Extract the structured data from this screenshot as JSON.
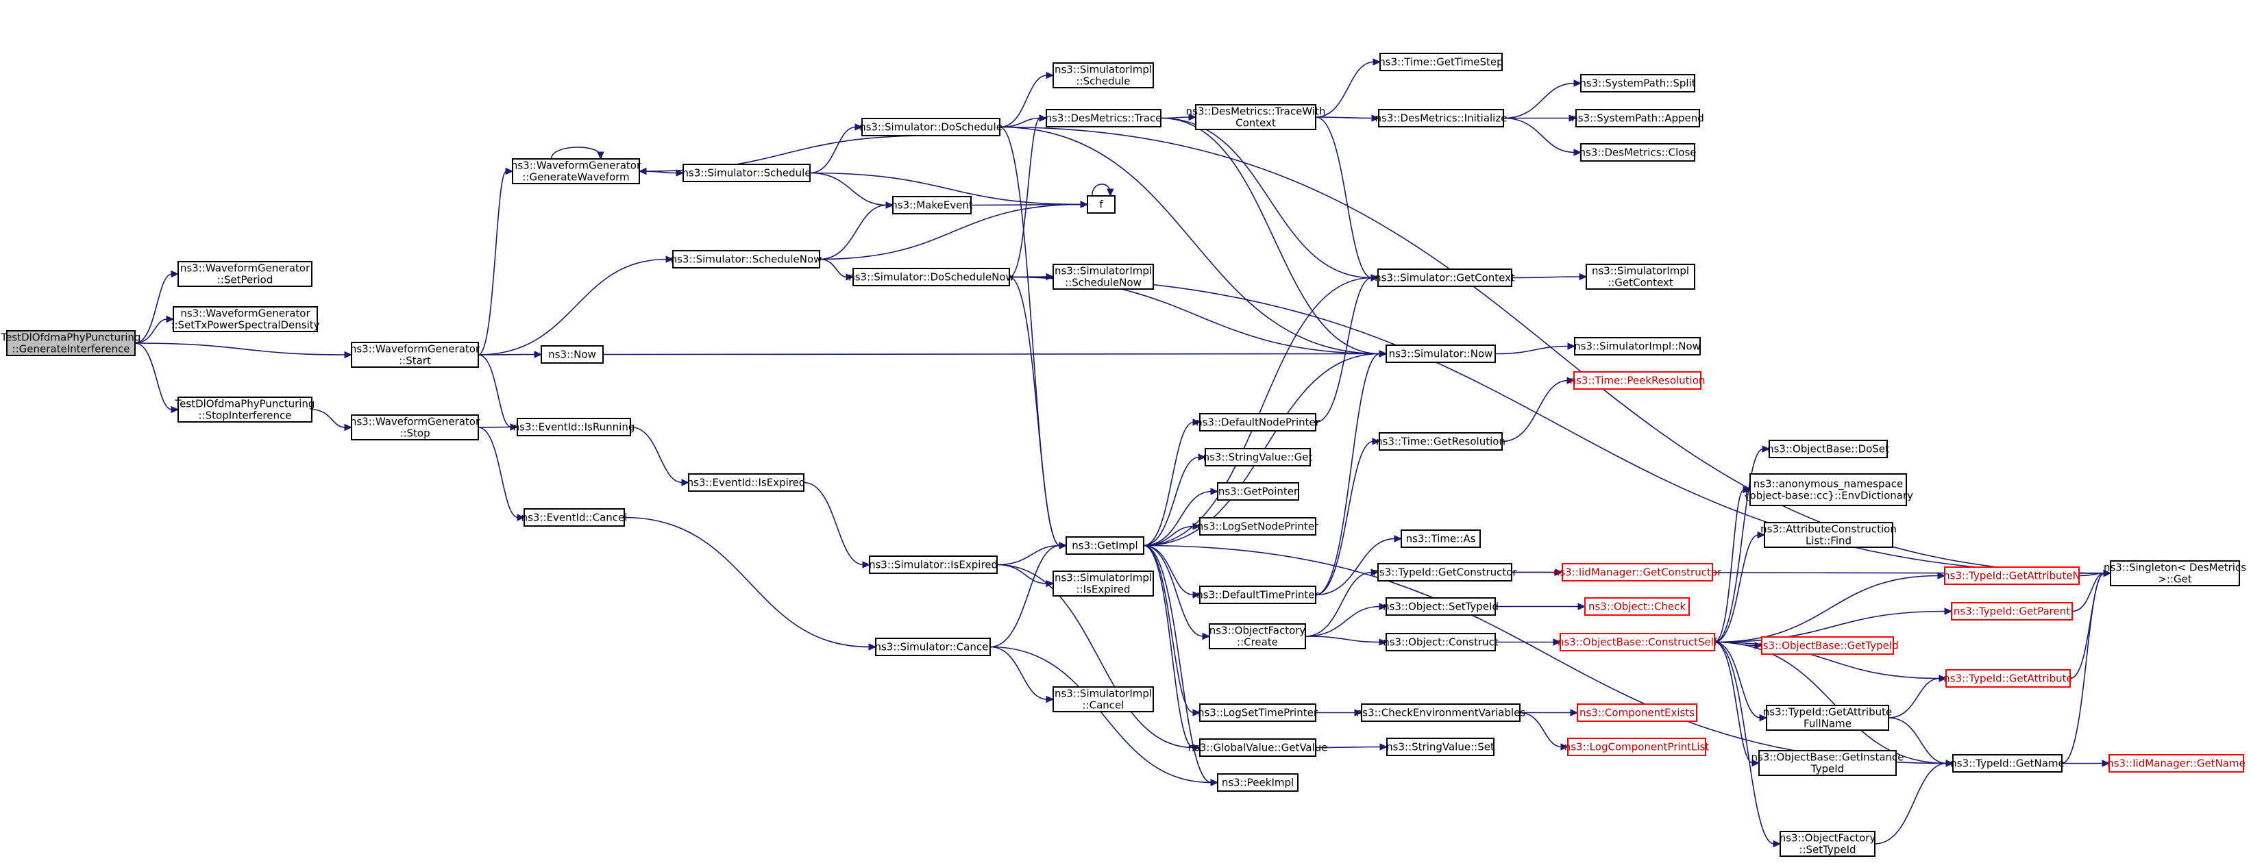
{
  "graph": {
    "type": "call-graph",
    "colors": {
      "edge": "#191970",
      "root_fill": "#bfbfbf",
      "truncated_border": "#ff0000",
      "node_border": "#000000"
    },
    "nodes": [
      {
        "id": "n0",
        "lines": [
          "TestDlOfdmaPhyPuncturing",
          "::GenerateInterference"
        ],
        "root": true
      },
      {
        "id": "n1",
        "lines": [
          "ns3::WaveformGenerator",
          "::SetPeriod"
        ]
      },
      {
        "id": "n2",
        "lines": [
          "ns3::WaveformGenerator",
          "::SetTxPowerSpectralDensity"
        ]
      },
      {
        "id": "n3",
        "lines": [
          "ns3::WaveformGenerator",
          "::Start"
        ]
      },
      {
        "id": "n4",
        "lines": [
          "TestDlOfdmaPhyPuncturing",
          "::StopInterference"
        ]
      },
      {
        "id": "n5",
        "lines": [
          "ns3::WaveformGenerator",
          "::Stop"
        ]
      },
      {
        "id": "n6",
        "lines": [
          "ns3::WaveformGenerator",
          "::GenerateWaveform"
        ]
      },
      {
        "id": "n7",
        "lines": [
          "ns3::Simulator::Schedule"
        ]
      },
      {
        "id": "n8",
        "lines": [
          "ns3::Simulator::ScheduleNow"
        ]
      },
      {
        "id": "n9",
        "lines": [
          "ns3::Now"
        ]
      },
      {
        "id": "n10",
        "lines": [
          "ns3::EventId::IsRunning"
        ]
      },
      {
        "id": "n11",
        "lines": [
          "ns3::EventId::Cancel"
        ]
      },
      {
        "id": "n12",
        "lines": [
          "ns3::EventId::IsExpired"
        ]
      },
      {
        "id": "n13",
        "lines": [
          "ns3::Simulator::DoSchedule"
        ]
      },
      {
        "id": "n14",
        "lines": [
          "ns3::MakeEvent"
        ]
      },
      {
        "id": "n15",
        "lines": [
          "ns3::Simulator::DoScheduleNow"
        ]
      },
      {
        "id": "n16",
        "lines": [
          "ns3::Simulator::IsExpired"
        ]
      },
      {
        "id": "n17",
        "lines": [
          "ns3::Simulator::Cancel"
        ]
      },
      {
        "id": "n18",
        "lines": [
          "ns3::SimulatorImpl",
          "::Schedule"
        ]
      },
      {
        "id": "n19",
        "lines": [
          "ns3::DesMetrics::Trace"
        ]
      },
      {
        "id": "n20",
        "lines": [
          "f"
        ]
      },
      {
        "id": "n21",
        "lines": [
          "ns3::SimulatorImpl",
          "::ScheduleNow"
        ]
      },
      {
        "id": "n22",
        "lines": [
          "ns3::GetImpl"
        ]
      },
      {
        "id": "n23",
        "lines": [
          "ns3::SimulatorImpl",
          "::IsExpired"
        ]
      },
      {
        "id": "n24",
        "lines": [
          "ns3::SimulatorImpl",
          "::Cancel"
        ]
      },
      {
        "id": "n25",
        "lines": [
          "ns3::DesMetrics::TraceWith",
          "Context"
        ]
      },
      {
        "id": "n26",
        "lines": [
          "ns3::DefaultNodePrinter"
        ]
      },
      {
        "id": "n27",
        "lines": [
          "ns3::StringValue::Get"
        ]
      },
      {
        "id": "n28",
        "lines": [
          "ns3::GetPointer"
        ]
      },
      {
        "id": "n29",
        "lines": [
          "ns3::LogSetNodePrinter"
        ]
      },
      {
        "id": "n30",
        "lines": [
          "ns3::DefaultTimePrinter"
        ]
      },
      {
        "id": "n31",
        "lines": [
          "ns3::ObjectFactory",
          "::Create"
        ]
      },
      {
        "id": "n32",
        "lines": [
          "ns3::LogSetTimePrinter"
        ]
      },
      {
        "id": "n33",
        "lines": [
          "ns3::GlobalValue::GetValue"
        ]
      },
      {
        "id": "n34",
        "lines": [
          "ns3::PeekImpl"
        ]
      },
      {
        "id": "n35",
        "lines": [
          "ns3::Time::GetTimeStep"
        ]
      },
      {
        "id": "n36",
        "lines": [
          "ns3::DesMetrics::Initialize"
        ]
      },
      {
        "id": "n37",
        "lines": [
          "ns3::Simulator::GetContext"
        ]
      },
      {
        "id": "n38",
        "lines": [
          "ns3::Simulator::Now"
        ]
      },
      {
        "id": "n39",
        "lines": [
          "ns3::Time::GetResolution"
        ]
      },
      {
        "id": "n40",
        "lines": [
          "ns3::Time::As"
        ]
      },
      {
        "id": "n41",
        "lines": [
          "ns3::TypeId::GetConstructor"
        ]
      },
      {
        "id": "n42",
        "lines": [
          "ns3::Object::SetTypeId"
        ]
      },
      {
        "id": "n43",
        "lines": [
          "ns3::Object::Construct"
        ]
      },
      {
        "id": "n44",
        "lines": [
          "ns3::CheckEnvironmentVariables"
        ]
      },
      {
        "id": "n45",
        "lines": [
          "ns3::StringValue::Set"
        ]
      },
      {
        "id": "n46",
        "lines": [
          "ns3::SystemPath::Split"
        ]
      },
      {
        "id": "n47",
        "lines": [
          "ns3::SystemPath::Append"
        ]
      },
      {
        "id": "n48",
        "lines": [
          "ns3::DesMetrics::Close"
        ]
      },
      {
        "id": "n49",
        "lines": [
          "ns3::SimulatorImpl",
          "::GetContext"
        ]
      },
      {
        "id": "n50",
        "lines": [
          "ns3::SimulatorImpl::Now"
        ]
      },
      {
        "id": "n51",
        "lines": [
          "ns3::Time::PeekResolution"
        ],
        "truncated": true
      },
      {
        "id": "n52",
        "lines": [
          "ns3::IidManager::GetConstructor"
        ],
        "truncated": true
      },
      {
        "id": "n53",
        "lines": [
          "ns3::Object::Check"
        ],
        "truncated": true
      },
      {
        "id": "n54",
        "lines": [
          "ns3::ObjectBase::ConstructSelf"
        ],
        "truncated": true
      },
      {
        "id": "n55",
        "lines": [
          "ns3::ComponentExists"
        ],
        "truncated": true
      },
      {
        "id": "n56",
        "lines": [
          "ns3::LogComponentPrintList"
        ],
        "truncated": true
      },
      {
        "id": "n57",
        "lines": [
          "ns3::ObjectBase::DoSet"
        ]
      },
      {
        "id": "n58",
        "lines": [
          "ns3::anonymous_namespace",
          "{object-base::cc}::EnvDictionary"
        ]
      },
      {
        "id": "n59",
        "lines": [
          "ns3::AttributeConstruction",
          "List::Find"
        ]
      },
      {
        "id": "n60",
        "lines": [
          "ns3::TypeId::GetAttributeN"
        ],
        "truncated": true
      },
      {
        "id": "n61",
        "lines": [
          "ns3::TypeId::GetParent"
        ],
        "truncated": true
      },
      {
        "id": "n62",
        "lines": [
          "ns3::ObjectBase::GetTypeId"
        ],
        "truncated": true
      },
      {
        "id": "n63",
        "lines": [
          "ns3::TypeId::GetAttribute"
        ],
        "truncated": true
      },
      {
        "id": "n64",
        "lines": [
          "ns3::TypeId::GetAttribute",
          "FullName"
        ]
      },
      {
        "id": "n65",
        "lines": [
          "ns3::ObjectBase::GetInstance",
          "TypeId"
        ]
      },
      {
        "id": "n66",
        "lines": [
          "ns3::ObjectFactory",
          "::SetTypeId"
        ]
      },
      {
        "id": "n67",
        "lines": [
          "ns3::TypeId::GetName"
        ]
      },
      {
        "id": "n68",
        "lines": [
          "ns3::IidManager::GetName"
        ],
        "truncated": true
      },
      {
        "id": "n69",
        "lines": [
          "ns3::Singleton< DesMetrics",
          " >::Get"
        ]
      }
    ],
    "edges": [
      [
        "n0",
        "n1"
      ],
      [
        "n0",
        "n2"
      ],
      [
        "n0",
        "n3"
      ],
      [
        "n0",
        "n4"
      ],
      [
        "n3",
        "n6"
      ],
      [
        "n3",
        "n8"
      ],
      [
        "n3",
        "n9"
      ],
      [
        "n3",
        "n10"
      ],
      [
        "n4",
        "n5"
      ],
      [
        "n5",
        "n10"
      ],
      [
        "n5",
        "n11"
      ],
      [
        "n6",
        "n6"
      ],
      [
        "n6",
        "n7"
      ],
      [
        "n7",
        "n13"
      ],
      [
        "n7",
        "n14"
      ],
      [
        "n7",
        "n20"
      ],
      [
        "n8",
        "n14"
      ],
      [
        "n8",
        "n15"
      ],
      [
        "n8",
        "n20"
      ],
      [
        "n9",
        "n38"
      ],
      [
        "n10",
        "n12"
      ],
      [
        "n12",
        "n16"
      ],
      [
        "n11",
        "n17"
      ],
      [
        "n13",
        "n6"
      ],
      [
        "n13",
        "n18"
      ],
      [
        "n13",
        "n19"
      ],
      [
        "n13",
        "n22"
      ],
      [
        "n13",
        "n38"
      ],
      [
        "n13",
        "n69"
      ],
      [
        "n14",
        "n20"
      ],
      [
        "n20",
        "n20"
      ],
      [
        "n15",
        "n19"
      ],
      [
        "n15",
        "n21"
      ],
      [
        "n15",
        "n22"
      ],
      [
        "n15",
        "n38"
      ],
      [
        "n15",
        "n69"
      ],
      [
        "n16",
        "n22"
      ],
      [
        "n16",
        "n23"
      ],
      [
        "n16",
        "n33"
      ],
      [
        "n17",
        "n22"
      ],
      [
        "n17",
        "n24"
      ],
      [
        "n17",
        "n34"
      ],
      [
        "n19",
        "n25"
      ],
      [
        "n19",
        "n37"
      ],
      [
        "n19",
        "n38"
      ],
      [
        "n25",
        "n35"
      ],
      [
        "n25",
        "n36"
      ],
      [
        "n25",
        "n37"
      ],
      [
        "n36",
        "n46"
      ],
      [
        "n36",
        "n47"
      ],
      [
        "n36",
        "n48"
      ],
      [
        "n37",
        "n49"
      ],
      [
        "n38",
        "n50"
      ],
      [
        "n22",
        "n26"
      ],
      [
        "n22",
        "n27"
      ],
      [
        "n22",
        "n28"
      ],
      [
        "n22",
        "n29"
      ],
      [
        "n22",
        "n30"
      ],
      [
        "n22",
        "n31"
      ],
      [
        "n22",
        "n32"
      ],
      [
        "n22",
        "n33"
      ],
      [
        "n22",
        "n34"
      ],
      [
        "n22",
        "n37"
      ],
      [
        "n22",
        "n38"
      ],
      [
        "n22",
        "n67"
      ],
      [
        "n26",
        "n37"
      ],
      [
        "n30",
        "n38"
      ],
      [
        "n30",
        "n39"
      ],
      [
        "n30",
        "n40"
      ],
      [
        "n39",
        "n51"
      ],
      [
        "n31",
        "n41"
      ],
      [
        "n31",
        "n42"
      ],
      [
        "n31",
        "n43"
      ],
      [
        "n41",
        "n52"
      ],
      [
        "n41",
        "n69"
      ],
      [
        "n42",
        "n53"
      ],
      [
        "n43",
        "n54"
      ],
      [
        "n32",
        "n44"
      ],
      [
        "n44",
        "n55"
      ],
      [
        "n44",
        "n56"
      ],
      [
        "n33",
        "n45"
      ],
      [
        "n54",
        "n57"
      ],
      [
        "n54",
        "n58"
      ],
      [
        "n54",
        "n59"
      ],
      [
        "n54",
        "n60"
      ],
      [
        "n54",
        "n61"
      ],
      [
        "n54",
        "n62"
      ],
      [
        "n54",
        "n63"
      ],
      [
        "n54",
        "n64"
      ],
      [
        "n54",
        "n65"
      ],
      [
        "n54",
        "n66"
      ],
      [
        "n54",
        "n67"
      ],
      [
        "n60",
        "n69"
      ],
      [
        "n61",
        "n69"
      ],
      [
        "n63",
        "n69"
      ],
      [
        "n64",
        "n63"
      ],
      [
        "n64",
        "n67"
      ],
      [
        "n66",
        "n67"
      ],
      [
        "n67",
        "n68"
      ],
      [
        "n67",
        "n69"
      ]
    ]
  }
}
